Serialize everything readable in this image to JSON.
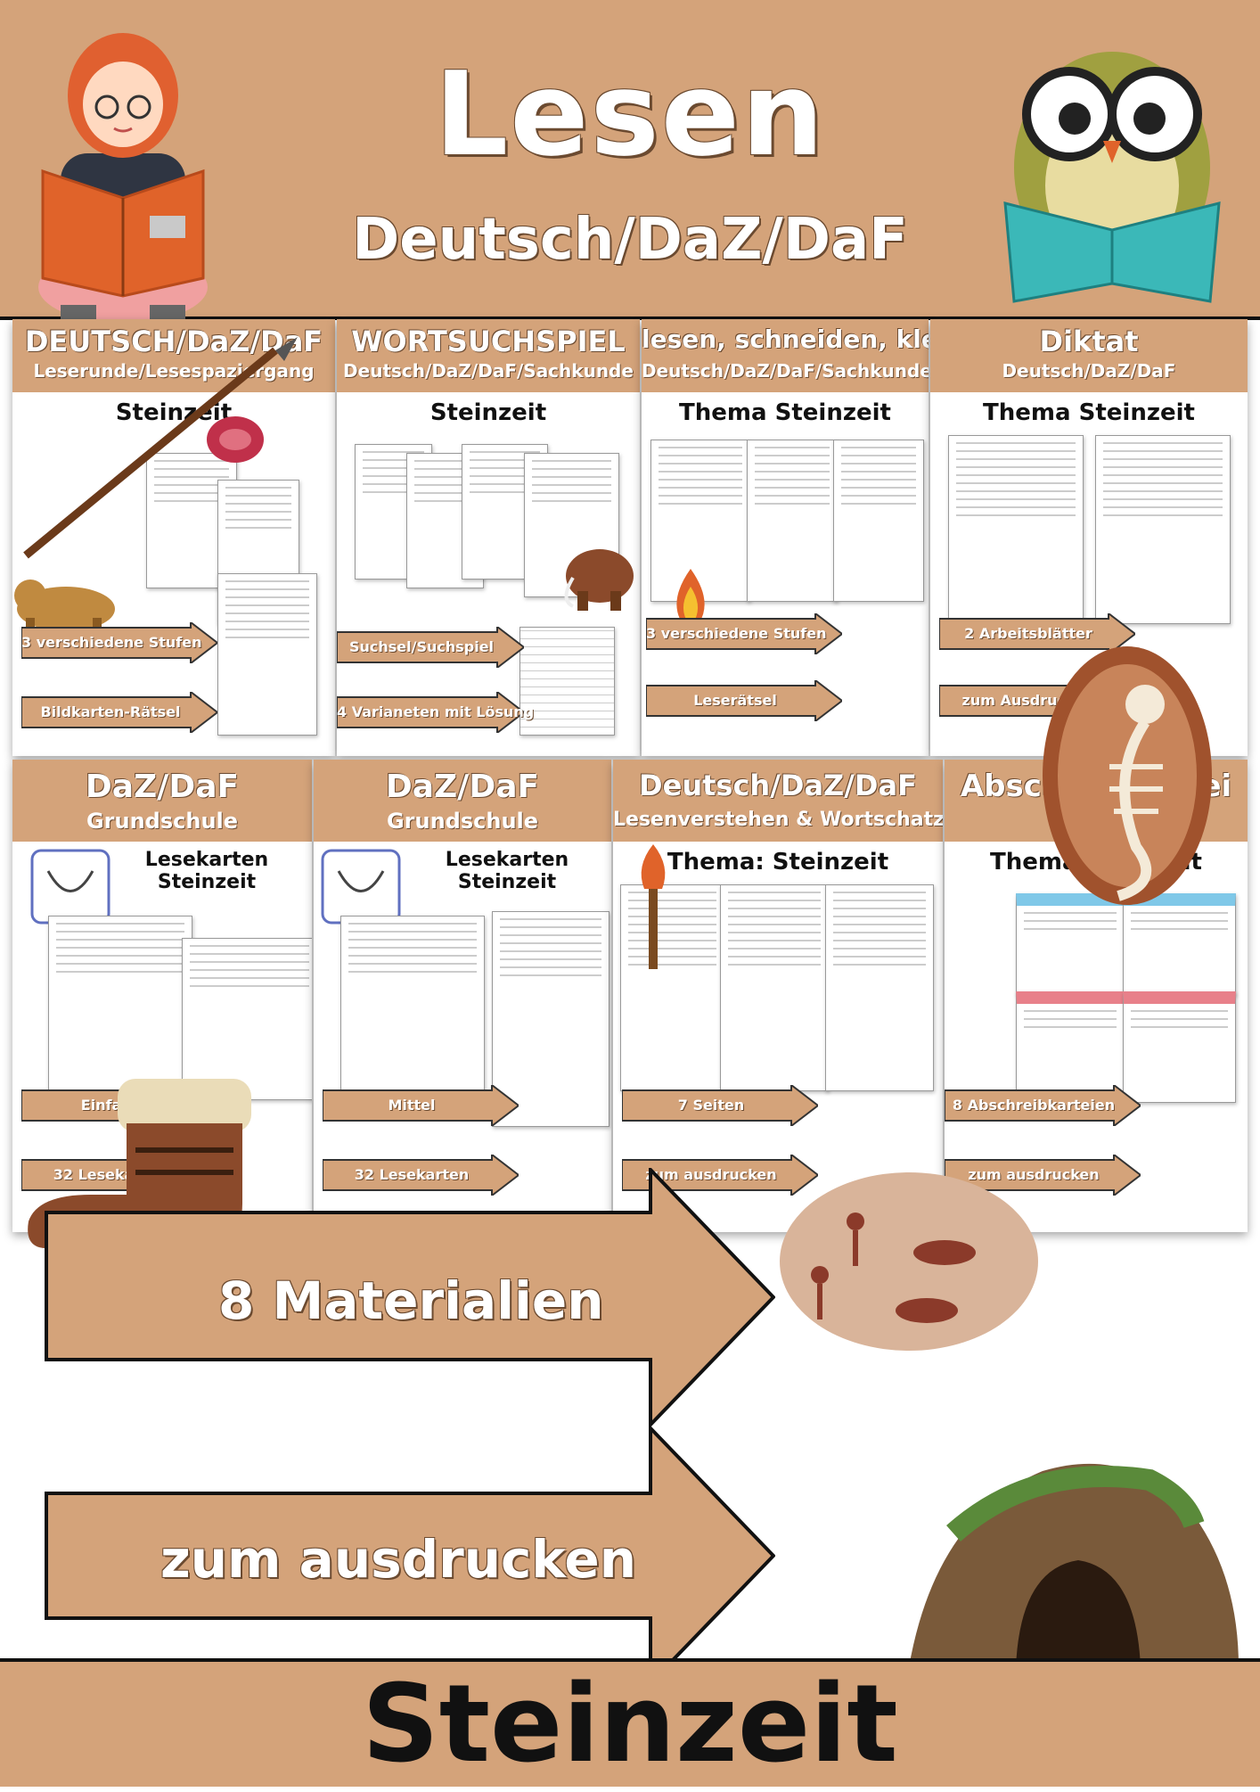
{
  "header": {
    "title": "Lesen",
    "subtitle": "Deutsch/DaZ/DaF"
  },
  "cards": [
    {
      "title": "DEUTSCH/DaZ/DaF",
      "subtitle": "Leserunde/Lesespaziergang",
      "topic": "Steinzeit",
      "labels": [
        "3 verschiedene Stufen",
        "Bildkarten-Rätsel"
      ]
    },
    {
      "title": "WORTSUCHSPIEL",
      "subtitle": "Deutsch/DaZ/DaF/Sachkunde",
      "topic": "Steinzeit",
      "labels": [
        "Suchsel/Suchspiel",
        "4 Varianeten mit Lösung"
      ]
    },
    {
      "title": "lesen, schneiden, kleben",
      "subtitle": "Deutsch/DaZ/DaF/Sachkunde",
      "topic": "Thema Steinzeit",
      "labels": [
        "3 verschiedene Stufen",
        "Leserätsel"
      ]
    },
    {
      "title": "Diktat",
      "subtitle": "Deutsch/DaZ/DaF",
      "topic": "Thema Steinzeit",
      "labels": [
        "2 Arbeitsblätter",
        "zum Ausdrucken"
      ]
    },
    {
      "title": "DaZ/DaF",
      "subtitle": "Grundschule",
      "topic": "Lesekarten Steinzeit",
      "labels": [
        "Einfach",
        "32 Lesekarten"
      ]
    },
    {
      "title": "DaZ/DaF",
      "subtitle": "Grundschule",
      "topic": "Lesekarten Steinzeit",
      "labels": [
        "Mittel",
        "32 Lesekarten"
      ]
    },
    {
      "title": "Deutsch/DaZ/DaF",
      "subtitle": "Lesenverstehen & Wortschatz",
      "topic": "Thema: Steinzeit",
      "labels": [
        "7 Seiten",
        "zum ausdrucken"
      ]
    },
    {
      "title": "Abschreibkartei",
      "subtitle": "Deutsch",
      "topic": "Thema Steinzeit",
      "labels": [
        "8 Abschreibkarteien",
        "zum ausdrucken"
      ]
    }
  ],
  "arrows": {
    "first": "8 Materialien",
    "second": "zum ausdrucken"
  },
  "footer": {
    "title": "Steinzeit"
  },
  "colors": {
    "brand_tan": "#d4a37a",
    "brand_dark": "#6b4a30"
  }
}
